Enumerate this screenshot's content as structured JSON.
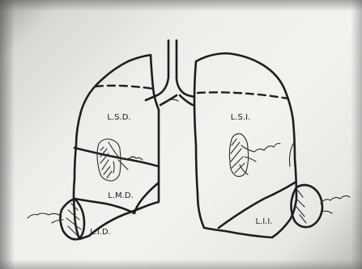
{
  "lobes": {
    "right_upper": "L.S.D.",
    "right_middle": "L.M.D.",
    "right_lower": "L.I.D.",
    "left_upper": "L.S.I.",
    "left_lower": "L.I.I."
  }
}
